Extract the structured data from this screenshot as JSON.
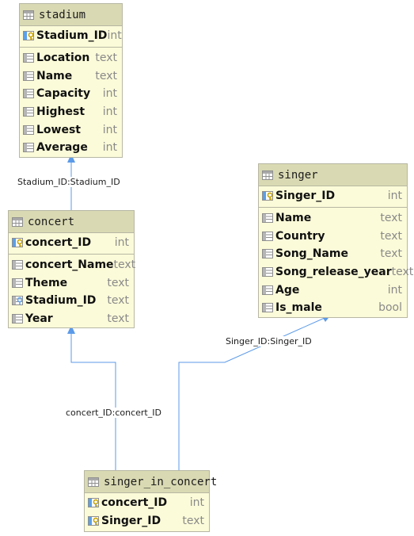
{
  "tables": {
    "stadium": {
      "title": "stadium",
      "pk": [
        {
          "name": "Stadium_ID",
          "type": "int",
          "icon": "primary-key-icon"
        }
      ],
      "columns": [
        {
          "name": "Location",
          "type": "text"
        },
        {
          "name": "Name",
          "type": "text"
        },
        {
          "name": "Capacity",
          "type": "int"
        },
        {
          "name": "Highest",
          "type": "int"
        },
        {
          "name": "Lowest",
          "type": "int"
        },
        {
          "name": "Average",
          "type": "int"
        }
      ]
    },
    "concert": {
      "title": "concert",
      "pk": [
        {
          "name": "concert_ID",
          "type": "int",
          "icon": "primary-key-icon"
        }
      ],
      "columns": [
        {
          "name": "concert_Name",
          "type": "text"
        },
        {
          "name": "Theme",
          "type": "text"
        },
        {
          "name": "Stadium_ID",
          "type": "text",
          "icon": "foreign-key-icon"
        },
        {
          "name": "Year",
          "type": "text"
        }
      ]
    },
    "singer": {
      "title": "singer",
      "pk": [
        {
          "name": "Singer_ID",
          "type": "int",
          "icon": "primary-key-icon"
        }
      ],
      "columns": [
        {
          "name": "Name",
          "type": "text"
        },
        {
          "name": "Country",
          "type": "text"
        },
        {
          "name": "Song_Name",
          "type": "text"
        },
        {
          "name": "Song_release_year",
          "type": "text"
        },
        {
          "name": "Age",
          "type": "int"
        },
        {
          "name": "Is_male",
          "type": "bool"
        }
      ]
    },
    "singer_in_concert": {
      "title": "singer_in_concert",
      "pk": [
        {
          "name": "concert_ID",
          "type": "int",
          "icon": "primary-foreign-key-icon"
        },
        {
          "name": "Singer_ID",
          "type": "text",
          "icon": "primary-foreign-key-icon"
        }
      ],
      "columns": []
    }
  },
  "relations": [
    {
      "label": "Stadium_ID:Stadium_ID",
      "from": "concert",
      "to": "stadium"
    },
    {
      "label": "concert_ID:concert_ID",
      "from": "singer_in_concert",
      "to": "concert"
    },
    {
      "label": "Singer_ID:Singer_ID",
      "from": "singer_in_concert",
      "to": "singer"
    }
  ],
  "colors": {
    "entity_fill": "#fbfbd9",
    "header_fill": "#d9d9b3",
    "edge": "#5b9ae8"
  }
}
